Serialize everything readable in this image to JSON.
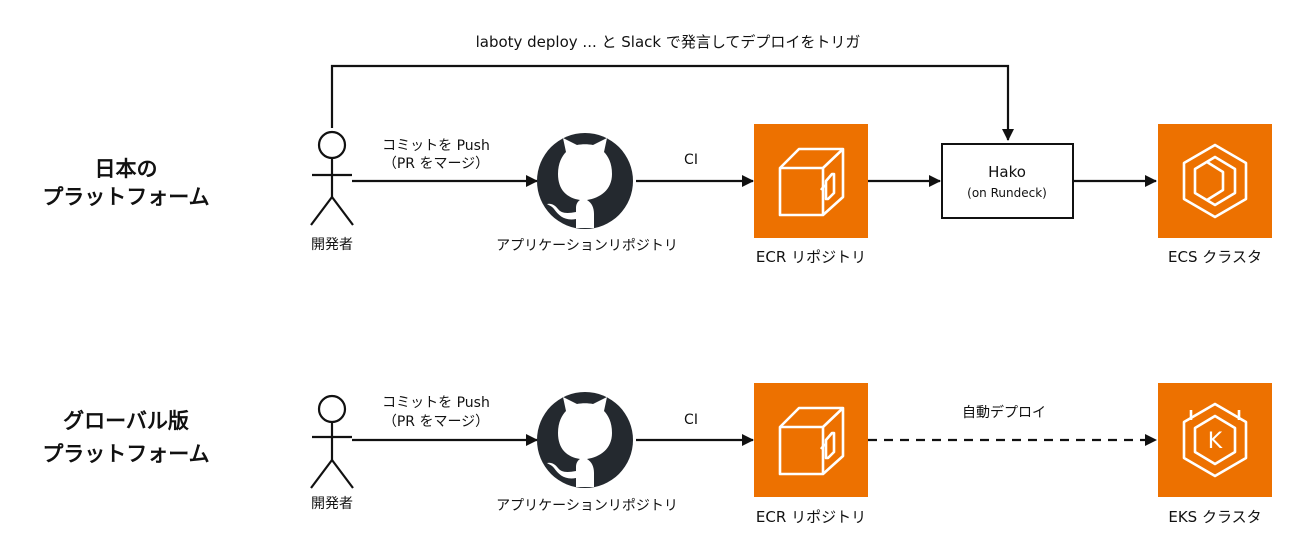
{
  "colors": {
    "aws_orange": "#ED7100",
    "github_dark": "#24292F",
    "line": "#111111"
  },
  "top_annotation": "laboty deploy ... と Slack で発言してデプロイをトリガ",
  "rows": [
    {
      "title_line1": "日本の",
      "title_line2": "プラットフォーム",
      "actor_label": "開発者",
      "push_label_line1": "コミットを Push",
      "push_label_line2": "（PR をマージ）",
      "repo_label": "アプリケーションリポジトリ",
      "ci_label": "CI",
      "ecr_label": "ECR リポジトリ",
      "hako_title": "Hako",
      "hako_subtitle": "(on Rundeck)",
      "cluster_label": "ECS クラスタ"
    },
    {
      "title_line1": "グローバル版",
      "title_line2": "プラットフォーム",
      "actor_label": "開発者",
      "push_label_line1": "コミットを Push",
      "push_label_line2": "（PR をマージ）",
      "repo_label": "アプリケーションリポジトリ",
      "ci_label": "CI",
      "ecr_label": "ECR リポジトリ",
      "auto_deploy_label": "自動デプロイ",
      "cluster_label": "EKS クラスタ",
      "eks_badge": "K"
    }
  ],
  "icons": {
    "actor": "person-icon",
    "repo": "github-icon",
    "ecr": "aws-ecr-icon",
    "ecs": "aws-ecs-icon",
    "eks": "aws-eks-icon"
  }
}
